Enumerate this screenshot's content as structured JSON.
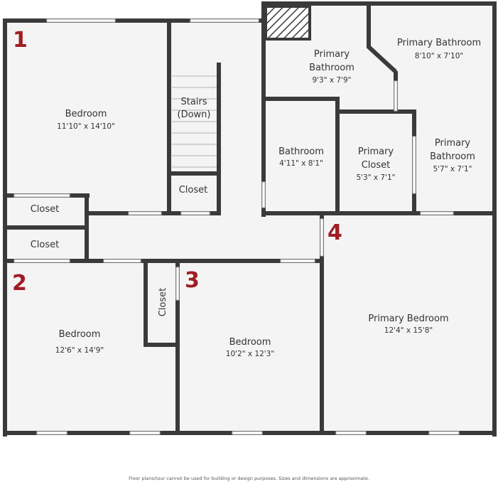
{
  "rooms": {
    "bedroom1": {
      "name": "Bedroom",
      "dims": "11'10\" x 14'10\""
    },
    "stairs": {
      "name1": "Stairs",
      "name2": "(Down)"
    },
    "primary_bath_a": {
      "name1": "Primary",
      "name2": "Bathroom",
      "dims": "9'3\" x 7'9\""
    },
    "primary_bath_b": {
      "name": "Primary Bathroom",
      "dims": "8'10\" x 7'10\""
    },
    "bathroom": {
      "name": "Bathroom",
      "dims": "4'11\" x 8'1\""
    },
    "primary_closet": {
      "name1": "Primary",
      "name2": "Closet",
      "dims": "5'3\" x 7'1\""
    },
    "primary_bath_c": {
      "name1": "Primary",
      "name2": "Bathroom",
      "dims": "5'7\" x 7'1\""
    },
    "closet_stairs": {
      "name": "Closet"
    },
    "closet_upper": {
      "name": "Closet"
    },
    "closet_lower": {
      "name": "Closet"
    },
    "closet_vertical": {
      "name": "Closet"
    },
    "bedroom2": {
      "name": "Bedroom",
      "dims": "12'6\" x 14'9\""
    },
    "bedroom3": {
      "name": "Bedroom",
      "dims": "10'2\" x 12'3\""
    },
    "primary_bedroom": {
      "name": "Primary Bedroom",
      "dims": "12'4\" x 15'8\""
    }
  },
  "markers": {
    "m1": "1",
    "m2": "2",
    "m3": "3",
    "m4": "4"
  },
  "disclaimer": "Floor plans/tour cannot be used for building or design purposes. Sizes and dimensions are approximate.",
  "colors": {
    "wall": "#3a3a3a",
    "floor": "#f4f4f4",
    "marker": "#a01d24"
  }
}
